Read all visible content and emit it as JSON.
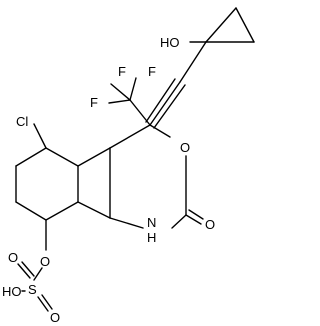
{
  "structure": {
    "atom_labels": {
      "hydroxyl_top": "HO",
      "fluorine_1": "F",
      "fluorine_2": "F",
      "fluorine_3": "F",
      "chlorine": "Cl",
      "ring_oxygen": "O",
      "carbonyl_oxygen": "O",
      "nitrogen_h": "H",
      "nitrogen": "N",
      "ester_oxygen": "O",
      "sulfur": "S",
      "sulfonyl_oxygen_top": "O",
      "sulfonyl_oxygen_bottom": "O",
      "sulfonic_hydroxyl": "HO"
    }
  }
}
